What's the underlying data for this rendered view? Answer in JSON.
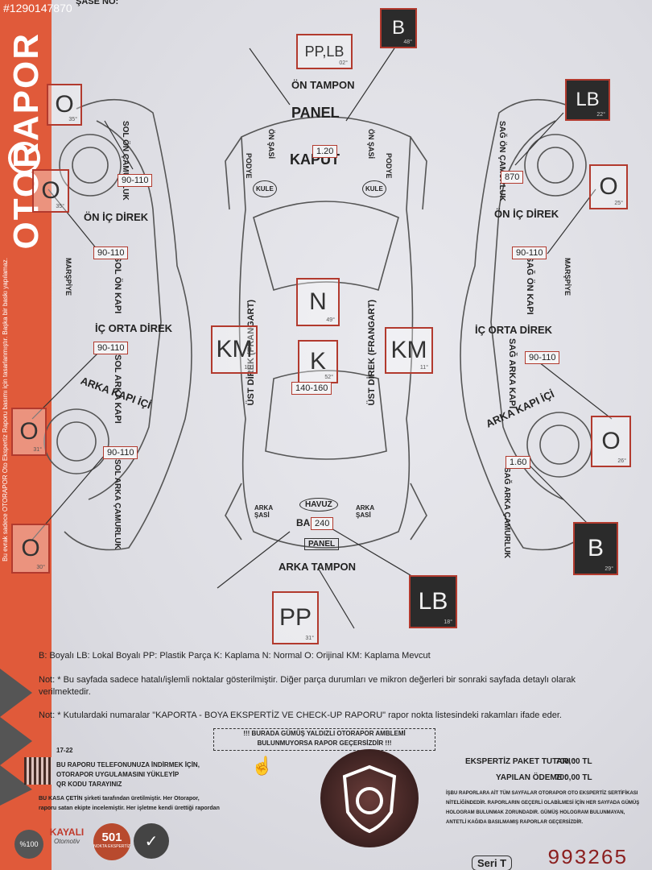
{
  "header": {
    "watermark": "#1290147870",
    "chassis_label": "ŞASE NO:"
  },
  "brand": {
    "name": "OTORAPOR",
    "side_note": "Bu evrak sadece OTORAPOR Oto Ekspertiz Raporu basımı için tasarlanmıştır. Başka bir baskı yapılamaz."
  },
  "parts": {
    "on_tampon": "ÖN TAMPON",
    "panel_front": "PANEL",
    "kaput": "KAPUT",
    "on_sasi_l": "ÖN ŞASİ",
    "on_sasi_r": "ÖN ŞASİ",
    "podye_l": "PODYE",
    "podye_r": "PODYE",
    "kule_l": "KULE",
    "kule_r": "KULE",
    "sol_on_camurluk": "SOL ÖN ÇAMURLUK",
    "sag_on_camurluk": "SAĞ ÖN ÇAMURLUK",
    "on_ic_direk_l": "ÖN İÇ DİREK",
    "on_ic_direk_r": "ÖN İÇ DİREK",
    "sol_on_kapi": "SOL ÖN KAPI",
    "sag_on_kapi": "SAĞ ÖN KAPI",
    "marspiye_l": "MARŞPİYE",
    "marspiye_r": "MARŞPİYE",
    "ic_orta_direk_l": "İÇ ORTA DİREK",
    "ic_orta_direk_r": "İÇ ORTA DİREK",
    "sol_arka_kapi": "SOL ARKA KAPI",
    "sag_arka_kapi": "SAĞ ARKA KAPI",
    "arka_kapi_ici_l": "ARKA KAPI İÇİ",
    "arka_kapi_ici_r": "ARKA KAPI İÇİ",
    "sol_arka_camurluk": "SOL ARKA ÇAMURLUK",
    "sag_arka_camurluk": "SAĞ ARKA ÇAMURLUK",
    "ust_direk_l": "ÜST DİREK (FRANGART)",
    "ust_direk_r": "ÜST DİREK (FRANGART)",
    "arka_sasi_l": "ARKA ŞASİ",
    "arka_sasi_r": "ARKA ŞASİ",
    "havuz": "HAVUZ",
    "bagaj": "BA",
    "panel_rear": "PANEL",
    "arka_tampon": "ARKA TAMPON"
  },
  "codes": {
    "front_bumper": {
      "code": "PP,LB",
      "deg": "02°"
    },
    "hood": {
      "code": "B",
      "deg": "48°"
    },
    "lf_fender": {
      "code": "O",
      "deg": "35°"
    },
    "lf_door": {
      "code": "O",
      "deg": "35°"
    },
    "rf_fender": {
      "code": "LB",
      "deg": "22°"
    },
    "rf_door": {
      "code": "O",
      "deg": "25°"
    },
    "roof_front": {
      "code": "N",
      "deg": "49°"
    },
    "roof_rear": {
      "code": "K",
      "deg": "52°"
    },
    "left_post": {
      "code": "KM",
      "deg": "10°"
    },
    "right_post": {
      "code": "KM",
      "deg": "11°"
    },
    "lr_door": {
      "code": "O",
      "deg": "31°"
    },
    "lr_fender": {
      "code": "O",
      "deg": "30°"
    },
    "rr_door": {
      "code": "O",
      "deg": "26°"
    },
    "rr_fender": {
      "code": "B",
      "deg": "29°"
    },
    "trunk": {
      "code": "LB",
      "deg": "18°"
    },
    "rear_bumper": {
      "code": "PP",
      "deg": "31°"
    }
  },
  "microns": {
    "hood": "1.20",
    "lf_fender": "90-110",
    "lf_door": "90-110",
    "lr_door": "90-110",
    "lr_fender": "90-110",
    "rf_fender": "870",
    "rf_door": "90-110",
    "rr_door": "90-110",
    "rr_fender": "1.60",
    "roof": "140-160",
    "trunk": "240"
  },
  "legend": {
    "line": "B: Boyalı LB: Lokal Boyalı PP: Plastik Parça K: Kaplama N: Normal O: Orijinal KM: Kaplama Mevcut"
  },
  "notes": {
    "note1_a": "Not: * Bu sayfada sadece hatalı/işlemli noktalar gösterilmiştir. Diğer parça durumları ve mikron değerleri bir sonraki sayfada detaylı olarak",
    "note1_b": "verilmektedir.",
    "note2": "Not: * Kutulardaki numaralar \"KAPORTA - BOYA EKSPERTİZ VE CHECK-UP RAPORU\" rapor nokta listesindeki rakamları ifade eder."
  },
  "hologram": {
    "line1": "!!! BURADA GÜMÜŞ YALDIZLI OTORAPOR AMBLEMİ",
    "line2": "BULUNMUYORSA RAPOR GEÇERSİZDİR !!!"
  },
  "qr": {
    "version": "17-22",
    "line1": "BU RAPORU TELEFONUNUZA İNDİRMEK İÇİN,",
    "line2": "OTORAPOR UYGULAMASINI YÜKLEYİP",
    "line3": "QR KODU TARAYINIZ"
  },
  "footer_small": {
    "line1": "BU KASA ÇETİN şirketi tarafından üretilmiştir. Her Otorapor,",
    "line2": "raporu satan ekipte incelemiştir. Her işletme kendi ürettiği rapordan"
  },
  "price": {
    "package_label": "EKSPERTİZ PAKET TUTARI :",
    "package_value": "700,00 TL",
    "paid_label": "YAPILAN ÖDEME :",
    "paid_value": "700,00 TL"
  },
  "cert": {
    "line1": "İŞBU RAPORLARA AİT TÜM SAYFALAR OTORAPOR OTO EKSPERTİZ SERTİFİKASI",
    "line2": "NİTELİĞİNDEDİR. RAPORLARIN GEÇERLİ OLABİLMESİ İÇİN HER SAYFADA GÜMÜŞ",
    "line3": "HOLOGRAM BULUNMAK ZORUNDADIR. GÜMÜŞ HOLOGRAM BULUNMAYAN,",
    "line4": "ANTETLİ KAĞIDA BASILMAMIŞ RAPORLAR GEÇERSİZDİR."
  },
  "badges": {
    "b100": "%100",
    "b501": "501",
    "b501_sub": "NOKTA EKSPERTİZ",
    "dealer": "KAYALI",
    "dealer_sub": "Otomotiv"
  },
  "serial": {
    "label": "Seri T",
    "number": "993265"
  }
}
